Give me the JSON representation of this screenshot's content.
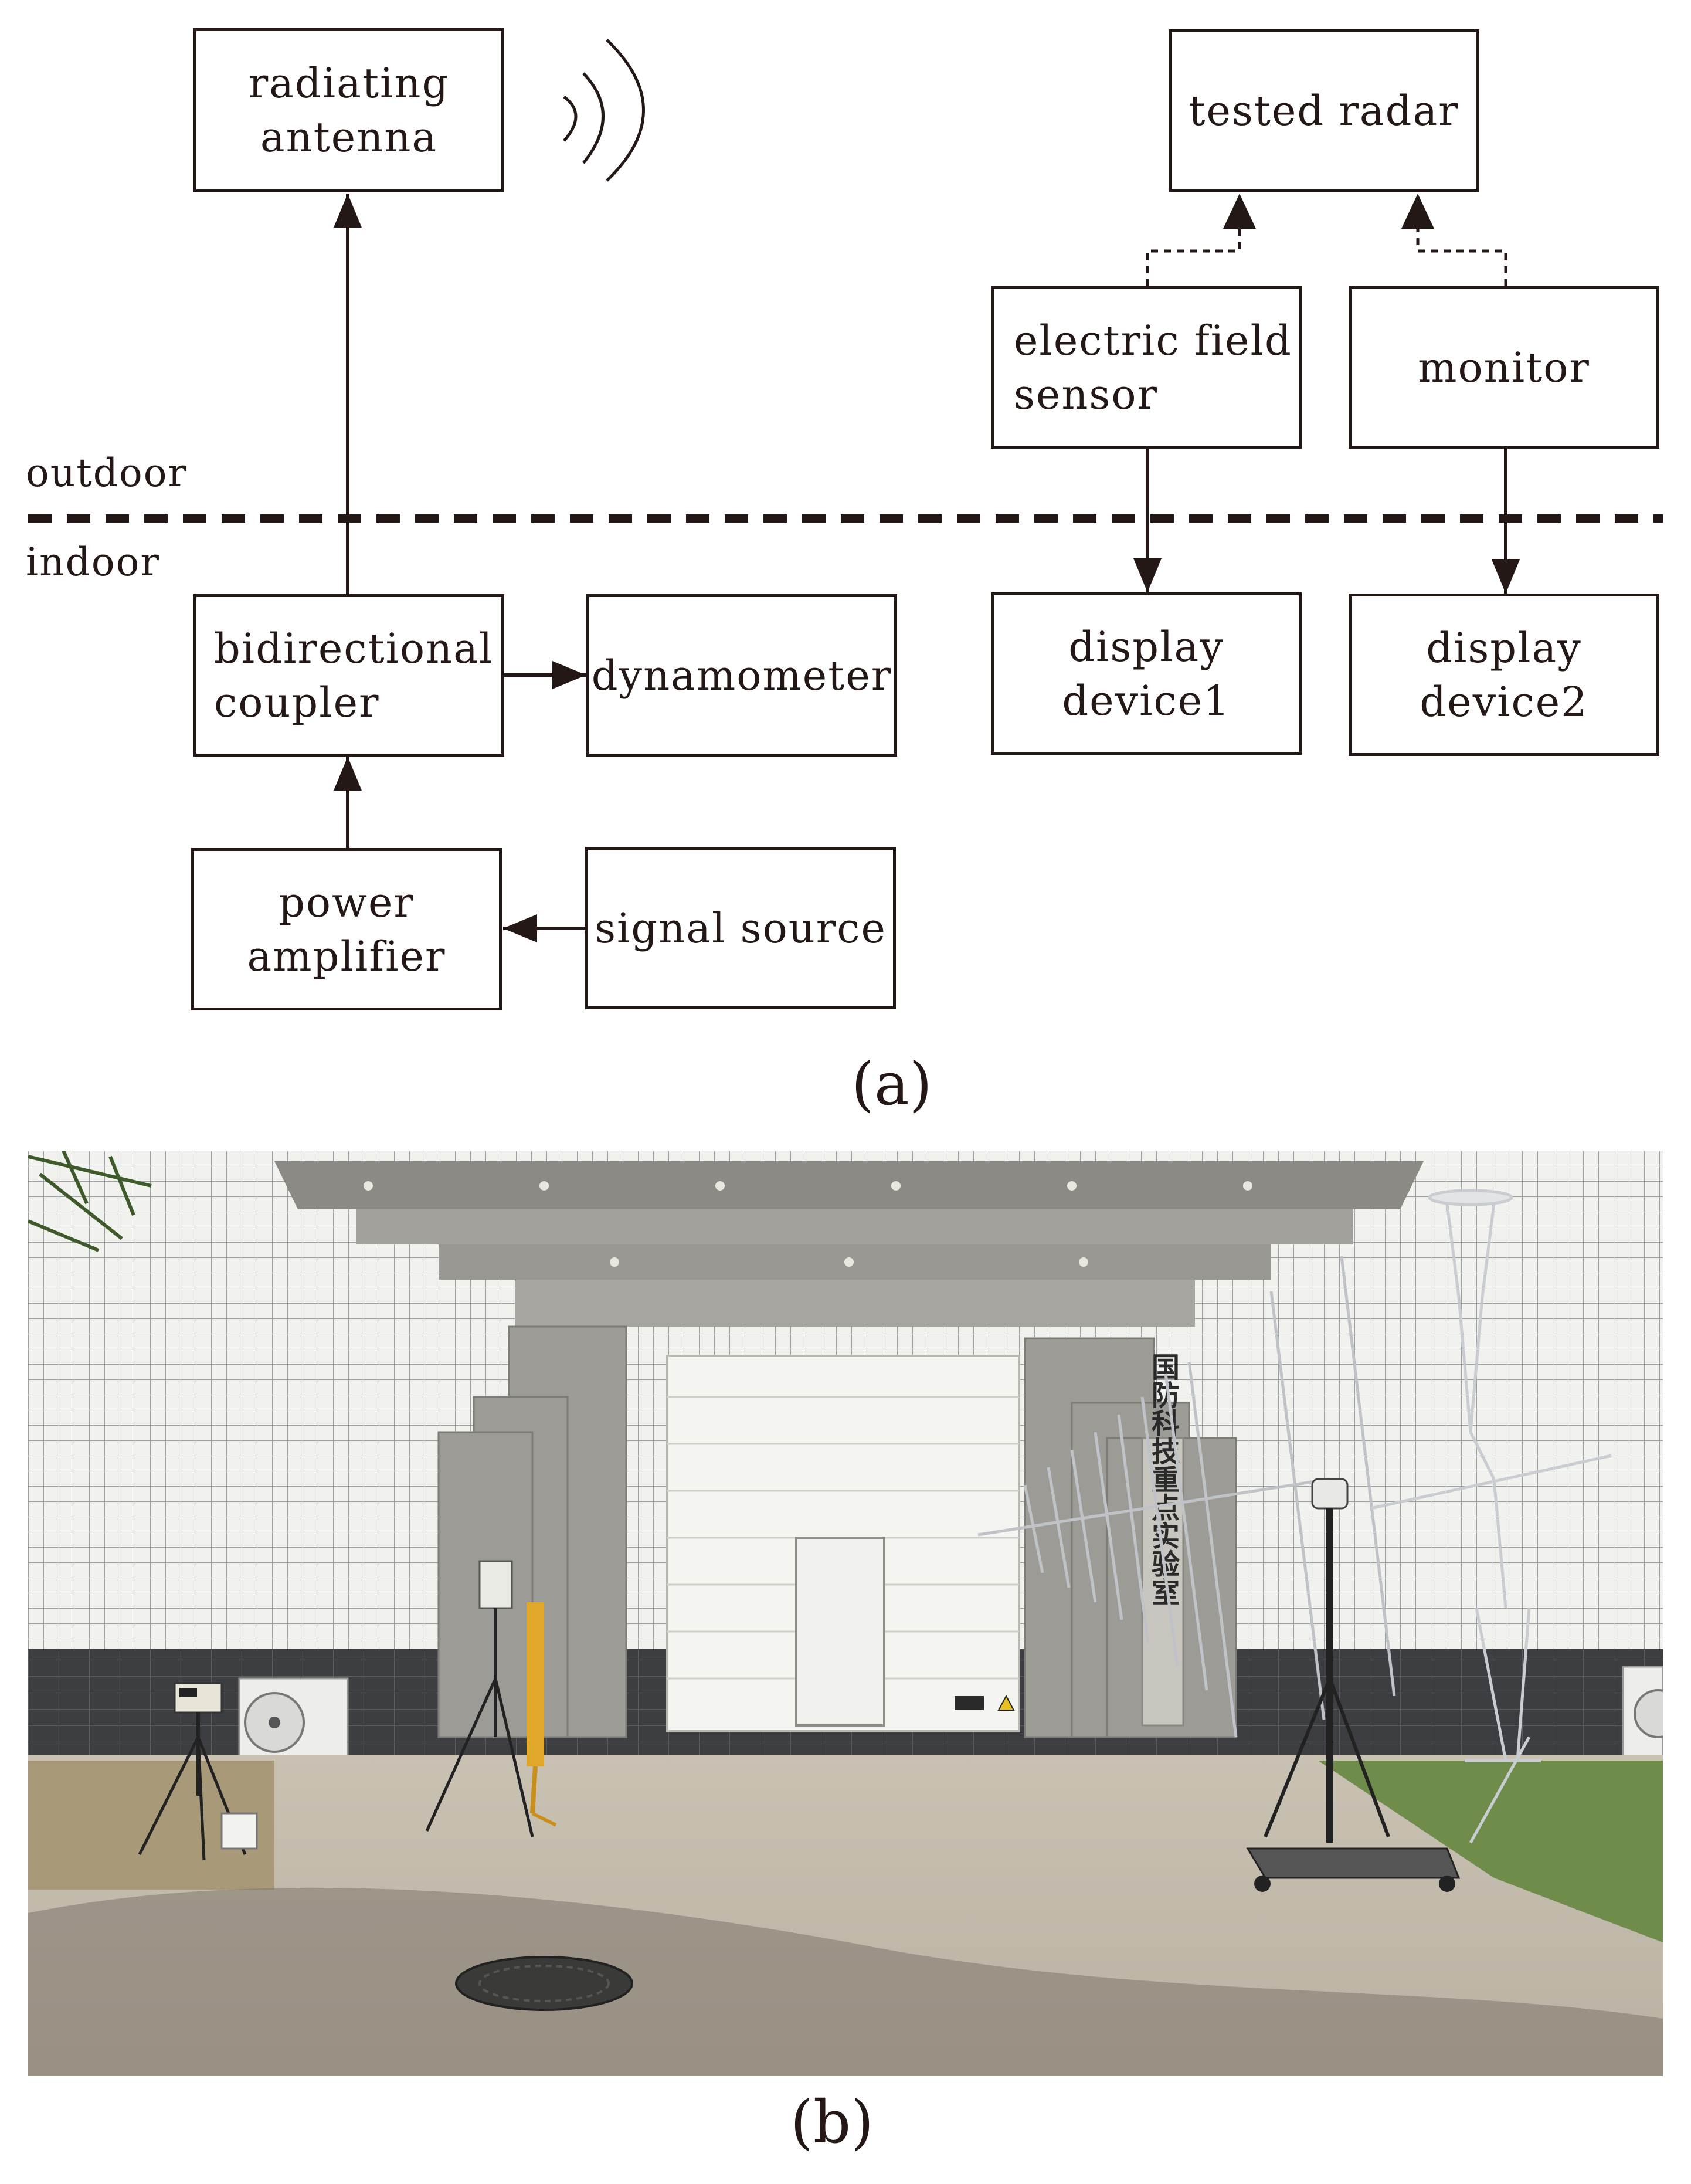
{
  "diagram": {
    "boxes": {
      "radiating_antenna": [
        "radiating",
        "antenna"
      ],
      "tested_radar": [
        "tested radar"
      ],
      "electric_field_sensor": [
        "electric field",
        "sensor"
      ],
      "monitor": [
        "monitor"
      ],
      "bidirectional_coupler": [
        "bidirectional",
        "coupler"
      ],
      "dynamometer": [
        "dynamometer"
      ],
      "display_device1": [
        "display",
        "device1"
      ],
      "display_device2": [
        "display",
        "device2"
      ],
      "power_amplifier": [
        "power",
        "amplifier"
      ],
      "signal_source": [
        "signal source"
      ]
    },
    "zone_outdoor": "outdoor",
    "zone_indoor": "indoor",
    "caption": "(a)"
  },
  "photo": {
    "caption": "(b)",
    "sign_text": "国防科技重点实验室"
  },
  "colors": {
    "ink": "#231815",
    "wall": "#f1f2ee",
    "grid": "#9aa0a6",
    "stone": "#9c9b96",
    "ground": "#c6beb0"
  }
}
